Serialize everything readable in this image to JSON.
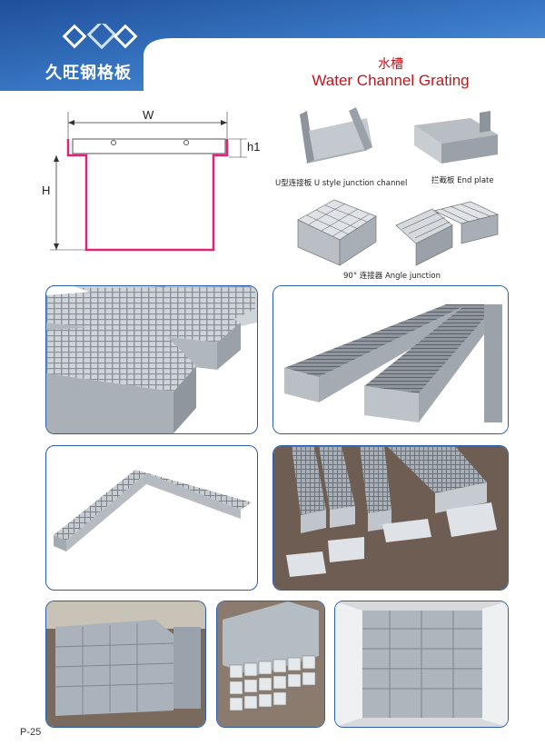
{
  "brand": {
    "name": "久旺钢格板",
    "colors": {
      "blue": "#1e5aa8",
      "pink": "#e0237a",
      "red": "#c0161d"
    }
  },
  "title": {
    "cn": "水槽",
    "en": "Water Channel Grating"
  },
  "diagram": {
    "width_label": "W",
    "height_label": "H",
    "flange_label": "h1"
  },
  "parts": {
    "u_channel": "U型连接板 U style junction channel",
    "end_plate": "拦截板 End plate",
    "angle_junction": "90° 连接器 Angle junction"
  },
  "page": {
    "number": "P-25"
  }
}
